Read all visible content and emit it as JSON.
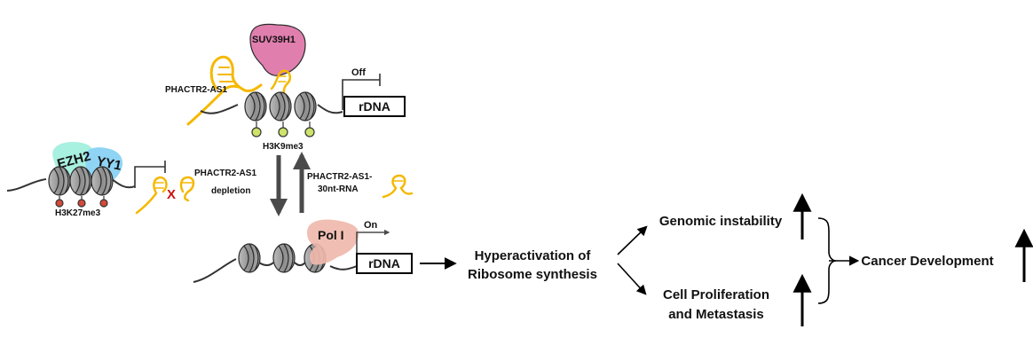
{
  "proteins": {
    "suv39h1": "SUV39H1",
    "ezh2": "EZH2",
    "yy1": "YY1",
    "pol1": "Pol I"
  },
  "rna": {
    "phactr2_as1": "PHACTR2-AS1",
    "depletion_line1": "PHACTR2-AS1",
    "depletion_line2": "depletion",
    "rna30_line1": "PHACTR2-AS1-",
    "rna30_line2": "30nt-RNA"
  },
  "marks": {
    "h3k9me3": "H3K9me3",
    "h3k27me3": "H3K27me3",
    "blocked": "X"
  },
  "genes": {
    "rdna_top": "rDNA",
    "rdna_bottom": "rDNA",
    "off": "Off",
    "on": "On"
  },
  "outcomes": {
    "hyper_line1": "Hyperactivation of",
    "hyper_line2": "Ribosome synthesis",
    "genomic": "Genomic instability",
    "prolif_line1": "Cell Proliferation",
    "prolif_line2": "and Metastasis",
    "cancer": "Cancer Development"
  },
  "colors": {
    "suv39h1": "#e07fae",
    "ezh2": "#a8f0e0",
    "yy1": "#8fd4f4",
    "pol1": "#f0b8ac",
    "rna": "#f5b800",
    "h3k9me3_mark": "#cde36a",
    "h3k27me3_mark": "#d34a3a",
    "block_x": "#cc1111",
    "nucleosome": "#9a9a9a"
  }
}
